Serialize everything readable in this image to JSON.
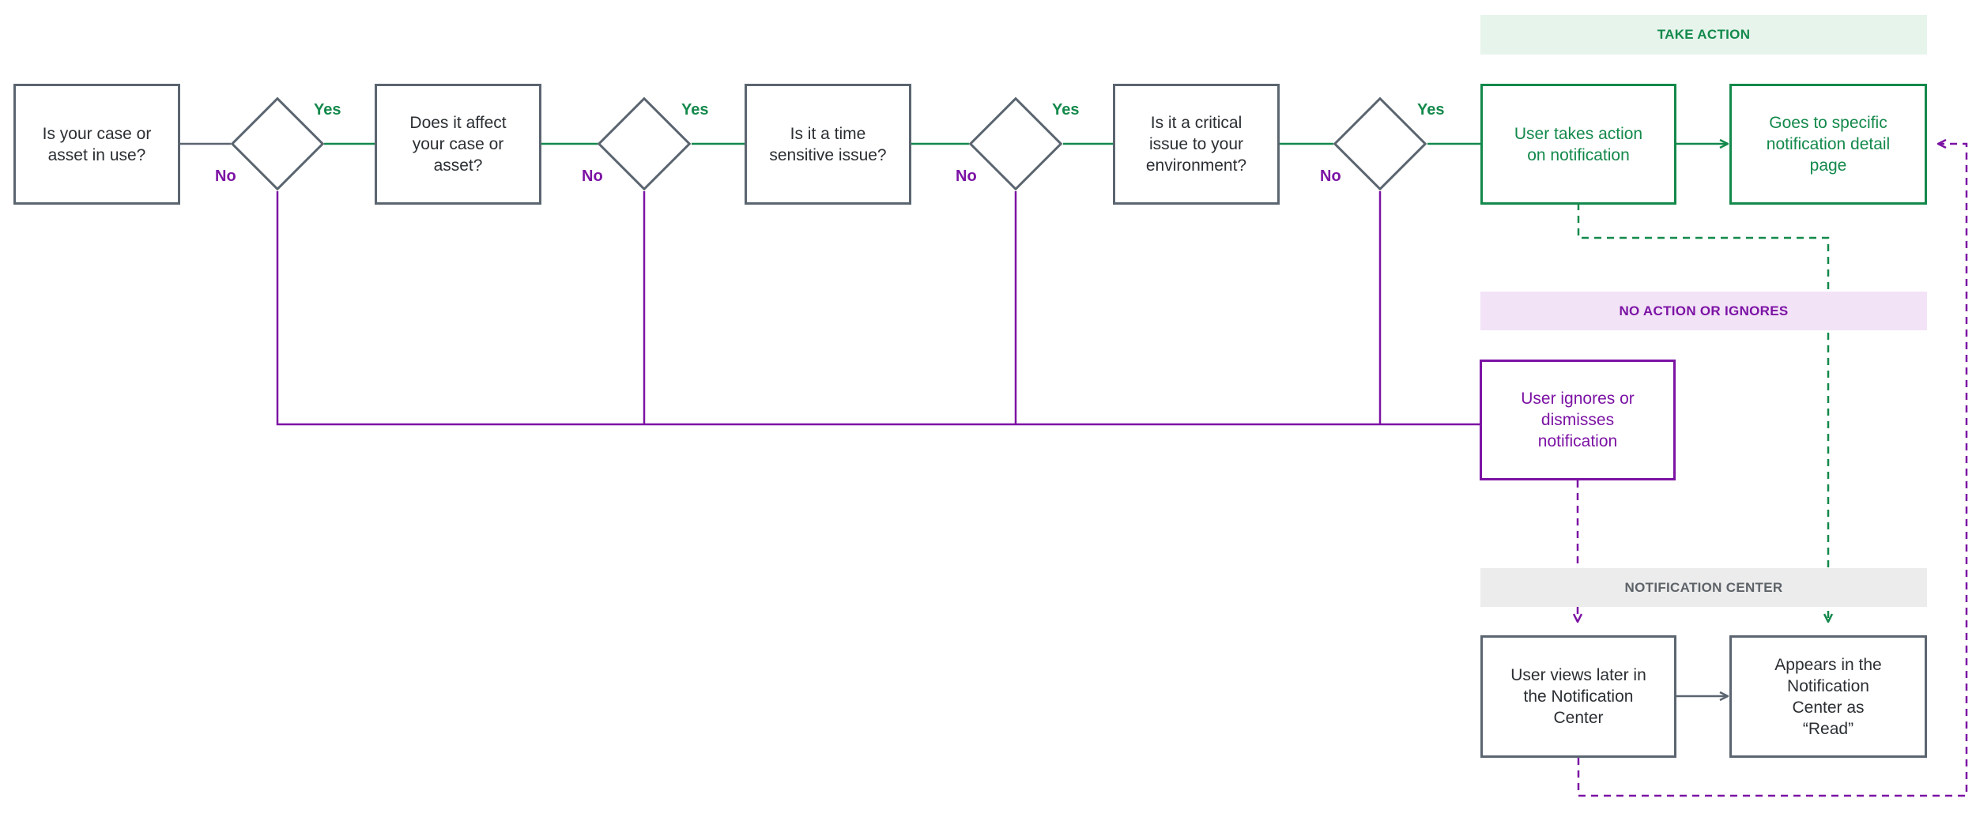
{
  "bands": {
    "take_action": "TAKE ACTION",
    "no_action": "NO ACTION OR IGNORES",
    "notification_center": "NOTIFICATION CENTER"
  },
  "nodes": {
    "case_in_use": "Is your case or\nasset in use?",
    "affects_case": "Does it affect\nyour case or\nasset?",
    "time_sensitive": "Is it a time\nsensitive issue?",
    "critical_issue": "Is it a critical\nissue to your\nenvironment?",
    "takes_action": "User takes action\non notification",
    "detail_page": "Goes to specific\nnotification detail\npage",
    "ignores": "User ignores or\ndismisses\nnotification",
    "views_later": "User views later in\nthe Notification\nCenter",
    "appears_read": "Appears in the\nNotification\nCenter as\n“Read”"
  },
  "labels": {
    "yes": "Yes",
    "no": "No"
  },
  "colors": {
    "take_action": "#13894b",
    "no_action": "#7c13a4",
    "neutral": "#5b6570"
  }
}
